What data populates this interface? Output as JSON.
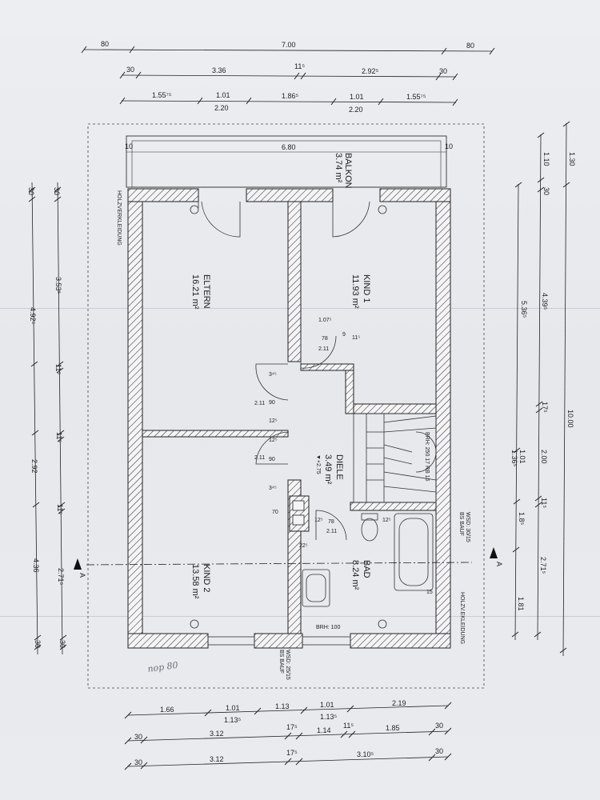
{
  "plan": {
    "top_dims": {
      "row1": [
        "80",
        "7.00",
        "80"
      ],
      "row2": [
        "30",
        "3.36",
        "11⁵",
        "2.92⁵",
        "30"
      ],
      "row3_top": [
        "1.55⁷⁵",
        "1.01",
        "1.86⁵",
        "1.01",
        "1.55⁷⁵"
      ],
      "row3_bottom": [
        "2.20",
        "2.20"
      ]
    },
    "bottom_dims": {
      "row1_top": [
        "1.66",
        "1.01",
        "1.13",
        "1.01",
        "2.19"
      ],
      "row1_bottom": [
        "1.13⁵",
        "1.13⁵"
      ],
      "row2": [
        "30",
        "3.12",
        "17⁵",
        "1.14",
        "11⁵",
        "1.85",
        "30"
      ],
      "row3": [
        "30",
        "3.12",
        "17⁵",
        "3.10⁵",
        "30"
      ]
    },
    "left_dims": {
      "outer": [
        "30",
        "4.92⁵",
        "2.92",
        "4.36",
        "30"
      ],
      "inner": [
        "30",
        "3.53⁵",
        "11⁵",
        "11⁵",
        "11⁵",
        "2.71⁵",
        "30"
      ]
    },
    "right_dims": {
      "outer": [
        "1.30",
        "10.00"
      ],
      "mid": [
        "1.10",
        "30",
        "4.39⁵",
        "17⁵",
        "2.00",
        "11⁵",
        "2.71⁵"
      ],
      "inner": [
        "5.36⁵",
        "1.01",
        "1.36⁵",
        "1.8⁵",
        "1.81"
      ]
    },
    "balkon": {
      "name": "BALKON",
      "area": "3.74 m²",
      "width": "6.80",
      "side": "10"
    },
    "rooms": [
      {
        "id": "eltern",
        "name": "ELTERN",
        "area": "16.21 m²"
      },
      {
        "id": "kind1",
        "name": "KIND 1",
        "area": "11.93 m²"
      },
      {
        "id": "kind2",
        "name": "KIND 2",
        "area": "13.58 m²"
      },
      {
        "id": "diele",
        "name": "DIELE",
        "area": "3.49 m²",
        "level": "▼+2.75"
      },
      {
        "id": "bad",
        "name": "BAD",
        "area": "8.24 m²"
      }
    ],
    "notes": {
      "holzverkleidung_top": "HOLZVERKLEIDUNG",
      "holzverkleidung_bottom": "HOLZV.EKLEIDUNG",
      "wsd_top": "WSD: 30/15",
      "wsd_top_sub": "BS BAUF",
      "wsd_bottom": "WSD: 25/15",
      "wsd_bottom_sub": "BS BAUF",
      "brh_stairs": "BRH: 250 17 RB 16",
      "brh_bottom": "BRH: 100",
      "section_left": "A",
      "section_right": "A",
      "handwriting": "nop 80"
    },
    "door_labels": {
      "kind1_door_width": "1.07⁵",
      "kind1_door_a": "78",
      "kind1_door_b": "2.11",
      "kind1_small_a": "9",
      "kind1_small_b": "11⁵",
      "eltern_door_a": "3⁴⁵",
      "eltern_door_b": "90",
      "eltern_door_c": "2.11",
      "eltern_door_d": "12⁵",
      "kind2_door_a": "12⁵",
      "kind2_door_b": "90",
      "kind2_door_c": "2.11",
      "kind2_door_d": "3⁴⁵",
      "bad_door_a": "78",
      "bad_door_b": "2.11",
      "bad_door_c": "12⁵",
      "bad_door_d": "70",
      "bad_door_e": "22⁵",
      "bad_small": "12⁵",
      "bad_corner": "15"
    }
  }
}
